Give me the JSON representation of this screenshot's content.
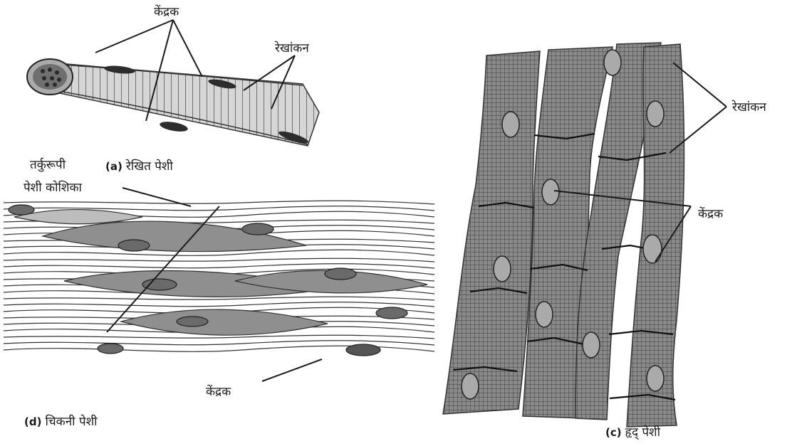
{
  "panels": {
    "a": {
      "caption_letter": "(a)",
      "caption_text": "रेखित पेशी",
      "label_nucleus": "केंद्रक",
      "label_striations": "रेखांकन"
    },
    "c": {
      "caption_letter": "(c)",
      "caption_text": "हृद् पेशी",
      "label_striations": "रेखांकन",
      "label_nucleus": "केंद्रक"
    },
    "d": {
      "caption_letter": "(d)",
      "caption_text": "चिकनी पेशी",
      "label_spindle_line1": "तर्कुरूपी",
      "label_spindle_line2": "पेशी कोशिका",
      "label_nucleus": "केंद्रक"
    }
  },
  "colors": {
    "ink": "#1a1a1a",
    "tissue_fill": "#9b9b9b",
    "tissue_light": "#cfcfcf",
    "nucleus_fill": "#5a5a5a",
    "background": "#ffffff",
    "watermark": "#e6e6e6"
  }
}
